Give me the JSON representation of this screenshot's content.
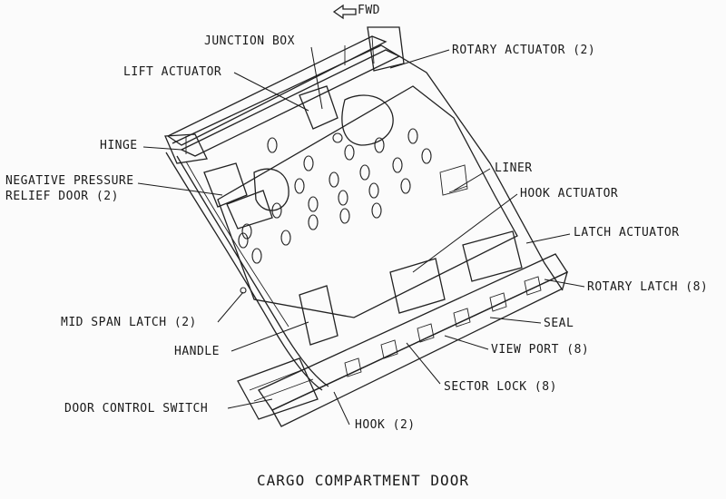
{
  "figure": {
    "title": "CARGO COMPARTMENT DOOR",
    "direction_label": "FWD",
    "direction_arrow_icon": "arrow-left-outline-icon"
  },
  "labels": {
    "junction_box": "JUNCTION BOX",
    "rotary_actuator": "ROTARY ACTUATOR (2)",
    "lift_actuator": "LIFT ACTUATOR",
    "hinge": "HINGE",
    "negative_pressure_line1": "NEGATIVE PRESSURE",
    "negative_pressure_line2": "RELIEF DOOR (2)",
    "liner": "LINER",
    "hook_actuator": "HOOK ACTUATOR",
    "latch_actuator": "LATCH ACTUATOR",
    "rotary_latch": "ROTARY LATCH (8)",
    "mid_span_latch": "MID SPAN LATCH (2)",
    "seal": "SEAL",
    "handle": "HANDLE",
    "view_port": "VIEW PORT (8)",
    "sector_lock": "SECTOR LOCK (8)",
    "door_control_switch": "DOOR CONTROL SWITCH",
    "hook": "HOOK (2)"
  },
  "colors": {
    "ink": "#1a1a1a",
    "paper": "#fbfbfb"
  }
}
